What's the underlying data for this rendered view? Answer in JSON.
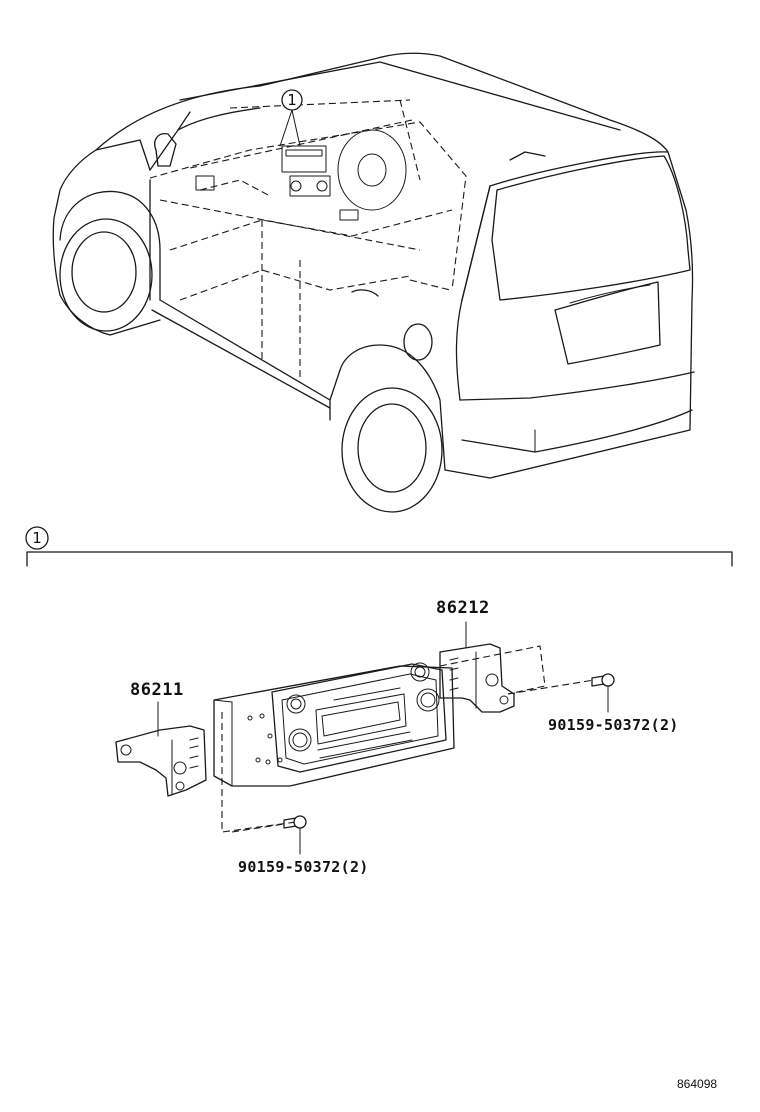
{
  "diagram": {
    "callout_vehicle": "1",
    "callout_section": "1",
    "parts": [
      {
        "id": "bracket_left",
        "number": "86211"
      },
      {
        "id": "bracket_right",
        "number": "86212"
      },
      {
        "id": "screw_right",
        "number": "90159-50372(2)"
      },
      {
        "id": "screw_bottom",
        "number": "90159-50372(2)"
      }
    ],
    "figure_ref": "864098"
  }
}
